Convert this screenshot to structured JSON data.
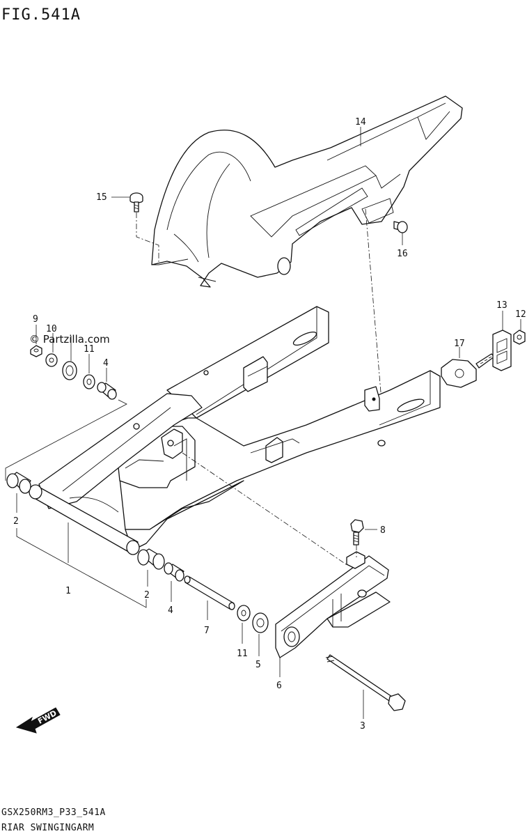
{
  "figure_title": "FIG.541A",
  "watermark": "© Partzilla.com",
  "fwd_label": "FWD",
  "footer": {
    "code": "GSX250RM3_P33_541A",
    "description": "RIAR SWINGINGARM"
  },
  "callouts": [
    {
      "id": "c1",
      "label": "1"
    },
    {
      "id": "c2a",
      "label": "2"
    },
    {
      "id": "c2b",
      "label": "2"
    },
    {
      "id": "c3",
      "label": "3"
    },
    {
      "id": "c4a",
      "label": "4"
    },
    {
      "id": "c4b",
      "label": "4"
    },
    {
      "id": "c5",
      "label": "5"
    },
    {
      "id": "c6",
      "label": "6"
    },
    {
      "id": "c7",
      "label": "7"
    },
    {
      "id": "c8",
      "label": "8"
    },
    {
      "id": "c9",
      "label": "9"
    },
    {
      "id": "c10",
      "label": "10"
    },
    {
      "id": "c11a",
      "label": "11"
    },
    {
      "id": "c11b",
      "label": "11"
    },
    {
      "id": "c12",
      "label": "12"
    },
    {
      "id": "c13",
      "label": "13"
    },
    {
      "id": "c14",
      "label": "14"
    },
    {
      "id": "c15",
      "label": "15"
    },
    {
      "id": "c16",
      "label": "16"
    },
    {
      "id": "c17",
      "label": "17"
    }
  ]
}
